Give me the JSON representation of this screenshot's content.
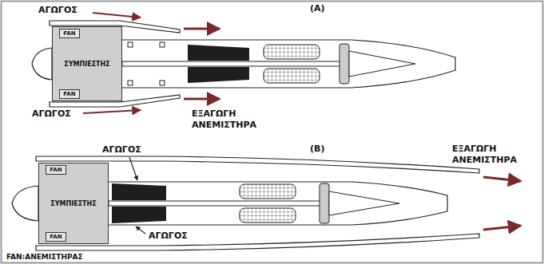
{
  "diagram": {
    "nodes": [
      {
        "text": [
          "ΣΥΜΠΙΕΣΤΗΣ"
        ]
      },
      {
        "text": [
          "FAN"
        ],
        "in": 0
      },
      {
        "text": [
          "FAN"
        ],
        "in": 0
      },
      {
        "text": [
          "ΣΥΜΠΙΕΣΤΗΣ"
        ]
      },
      {
        "text": [
          "FAN"
        ],
        "in": 3
      },
      {
        "text": [
          "FAN"
        ],
        "in": 3
      }
    ],
    "labels": [
      "(A)",
      "ΑΓΩΓΟΣ",
      "ΑΓΩΓΟΣ",
      "ΕΞΑΓΩΓΗ ΑΝΕΜΙΣΤΗΡΑ",
      "ΑΓΩΓΟΣ",
      "(B)",
      "ΕΞΑΓΩΓΗ ΑΝΕΜΙΣΤΗΡΑ",
      "ΑΓΩΓΟΣ",
      "FAN:ΑΝΕΜΙΣΤΗΡΑΣ"
    ]
  }
}
